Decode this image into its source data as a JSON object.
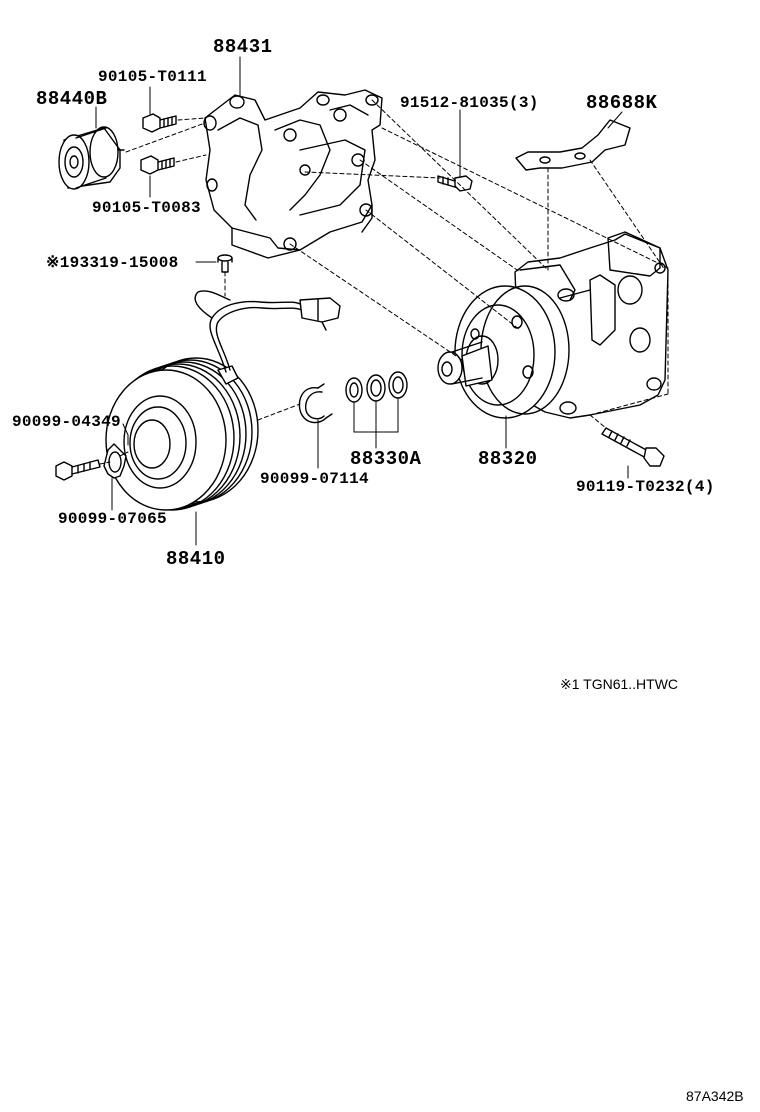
{
  "labels": {
    "p88431": "88431",
    "p90105_T0111": "90105-T0111",
    "p88440B": "88440B",
    "p91512_81035": "91512-81035(3)",
    "p88688K": "88688K",
    "p90105_T0083": "90105-T0083",
    "p193319_15008": "※193319-15008",
    "p90099_04349": "90099-04349",
    "p90099_07065": "90099-07065",
    "p88410": "88410",
    "p90099_07114": "90099-07114",
    "p88330A": "88330A",
    "p88320": "88320",
    "p90119_T0232": "90119-T0232(4)"
  },
  "note": "※1  TGN61..HTWC",
  "diagram_code": "87A342B"
}
